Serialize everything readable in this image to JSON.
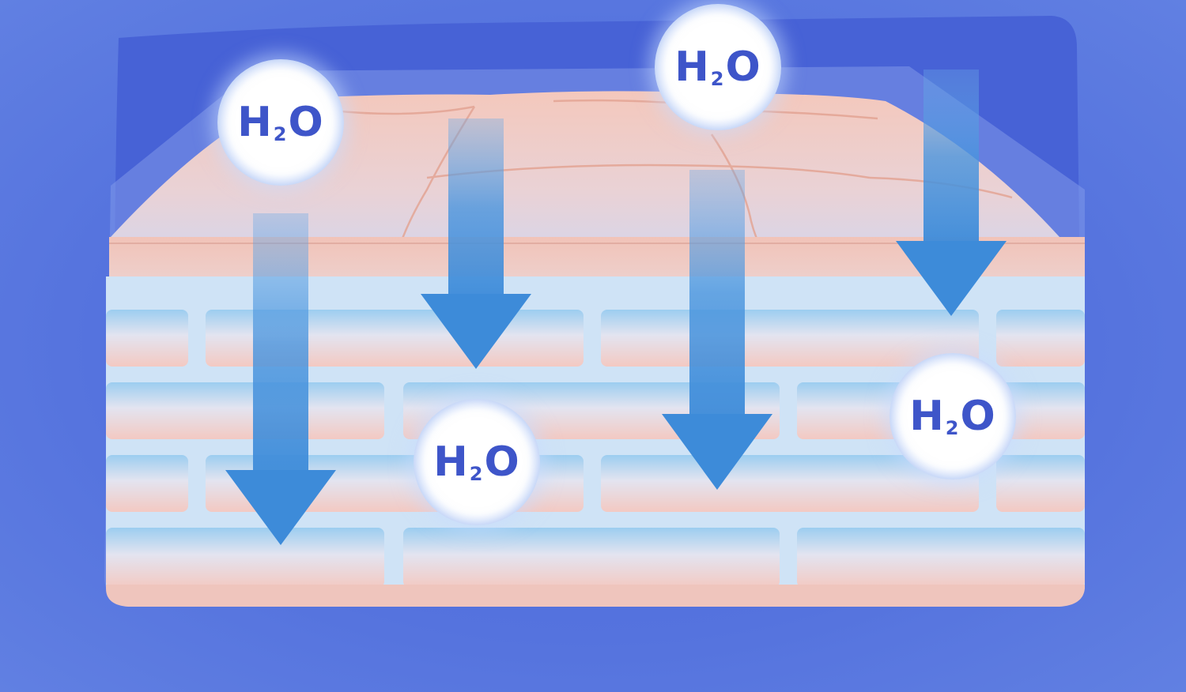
{
  "colors": {
    "background": "#5573de",
    "arrow": "#3f8ddb",
    "formula": "#3e55c9",
    "skin_top": "#f2c9bd",
    "cell_blue": "#a9d3f1",
    "cell_pink": "#f3cdc5"
  },
  "molecules": [
    {
      "element": "H",
      "subscript": "2",
      "tail": "O"
    },
    {
      "element": "H",
      "subscript": "2",
      "tail": "O"
    },
    {
      "element": "H",
      "subscript": "2",
      "tail": "O"
    },
    {
      "element": "H",
      "subscript": "2",
      "tail": "O"
    }
  ],
  "arrow_count": 4
}
